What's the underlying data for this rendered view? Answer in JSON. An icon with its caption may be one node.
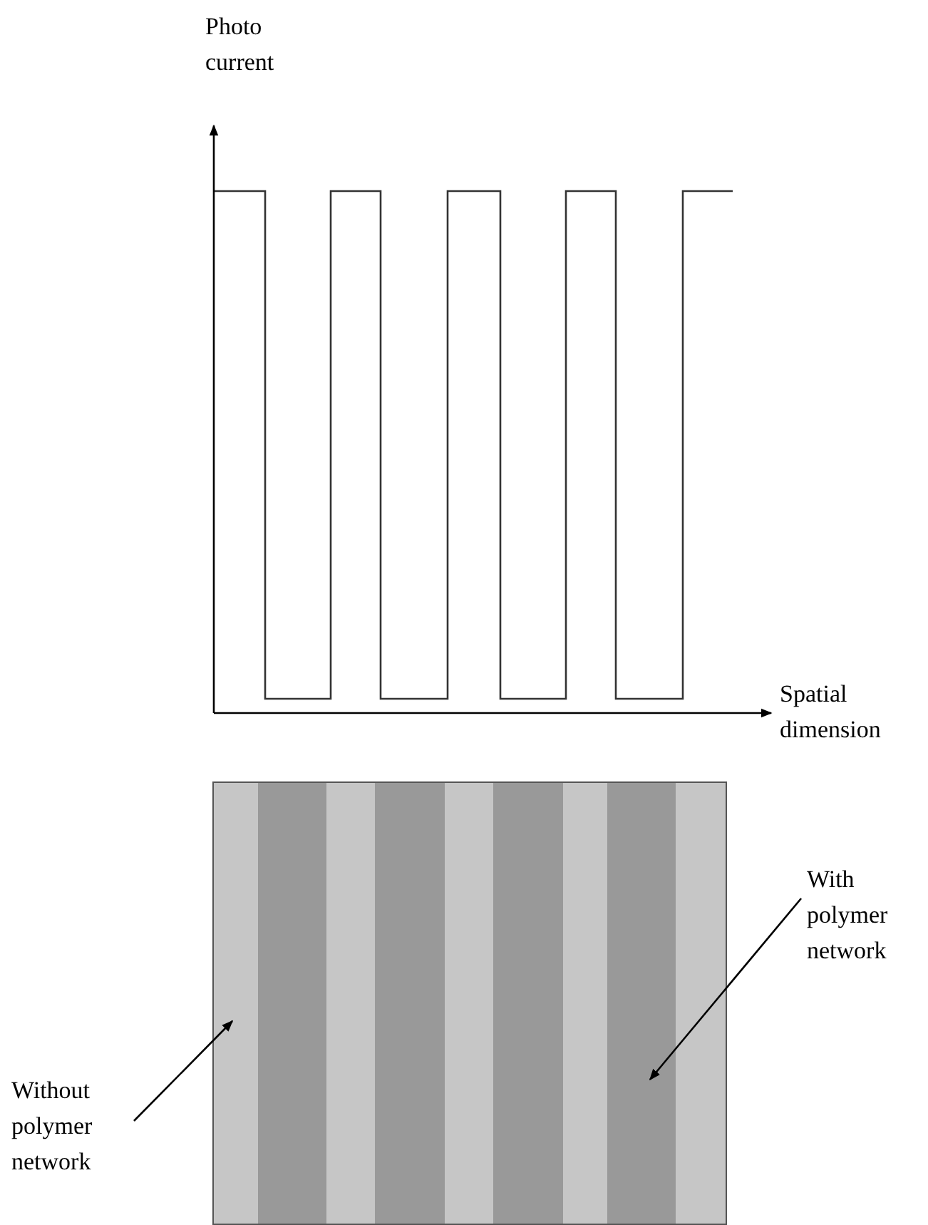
{
  "diagram": {
    "nodes": [
      {
        "text": [],
        "shape": "bar"
      },
      {
        "text": [],
        "shape": "bar"
      },
      {
        "text": [],
        "shape": "bar"
      },
      {
        "text": [],
        "shape": "bar"
      },
      {
        "text": [],
        "shape": "bar"
      },
      {
        "text": [],
        "shape": "bar"
      },
      {
        "text": [],
        "shape": "bar"
      },
      {
        "text": [],
        "shape": "bar"
      },
      {
        "text": [],
        "shape": "bar"
      },
      {
        "text": [
          "Without polymer network"
        ]
      },
      {
        "text": [
          "With polymer network"
        ]
      }
    ],
    "edges": [
      {
        "from": 9,
        "to": 0,
        "arrow": "to"
      },
      {
        "from": 10,
        "to": 7,
        "arrow": "to"
      }
    ],
    "labels": [
      "Photo current",
      "Spatial dimension"
    ]
  }
}
